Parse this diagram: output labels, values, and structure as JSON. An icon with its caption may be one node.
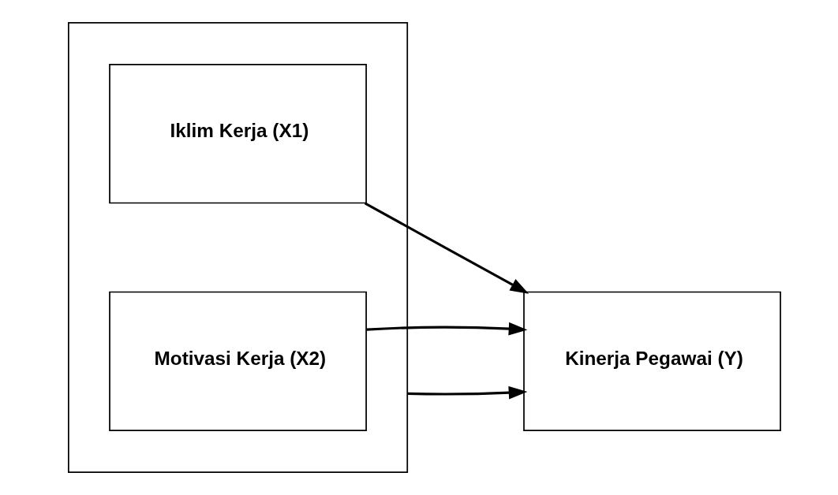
{
  "diagram": {
    "nodes": [
      {
        "text": [],
        "shape": "box"
      },
      {
        "text": [
          "Iklim Kerja (X1)"
        ],
        "in": 0
      },
      {
        "text": [
          "Motivasi Kerja (X2)"
        ],
        "in": 0
      },
      {
        "text": [
          "Kinerja Pegawai (Y)"
        ]
      }
    ],
    "edges": [
      {
        "from": 1,
        "to": 3,
        "arrow": "to"
      },
      {
        "from": 0,
        "to": 3,
        "arrow": "to"
      },
      {
        "from": 2,
        "to": 3,
        "arrow": "to"
      }
    ]
  }
}
